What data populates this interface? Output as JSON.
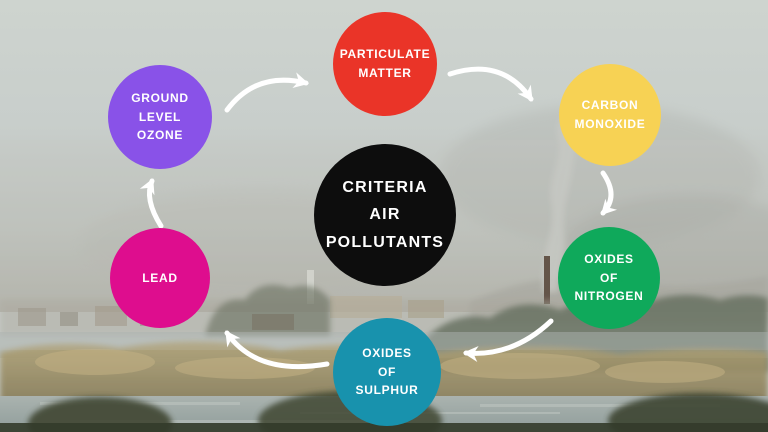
{
  "diagram": {
    "center": {
      "lines": [
        "CRITERIA",
        "AIR",
        "POLLUTANTS"
      ],
      "color": "#0d0d0d",
      "text_color": "#ffffff"
    },
    "nodes": [
      {
        "id": "particulate-matter",
        "lines": [
          "PARTICULATE",
          "MATTER"
        ],
        "color": "#ea3428"
      },
      {
        "id": "carbon-monoxide",
        "lines": [
          "CARBON",
          "MONOXIDE"
        ],
        "color": "#f7d254"
      },
      {
        "id": "oxides-of-nitrogen",
        "lines": [
          "OXIDES",
          "OF",
          "NITROGEN"
        ],
        "color": "#0fa95b"
      },
      {
        "id": "oxides-of-sulphur",
        "lines": [
          "OXIDES",
          "OF",
          "SULPHUR"
        ],
        "color": "#1892ad"
      },
      {
        "id": "lead",
        "lines": [
          "LEAD"
        ],
        "color": "#de0d8e"
      },
      {
        "id": "ground-level-ozone",
        "lines": [
          "GROUND",
          "LEVEL",
          "OZONE"
        ],
        "color": "#8952e8"
      }
    ],
    "arrow_color": "#ffffff",
    "background_scene": "hazy polluted riverscape with smokestack plume"
  }
}
